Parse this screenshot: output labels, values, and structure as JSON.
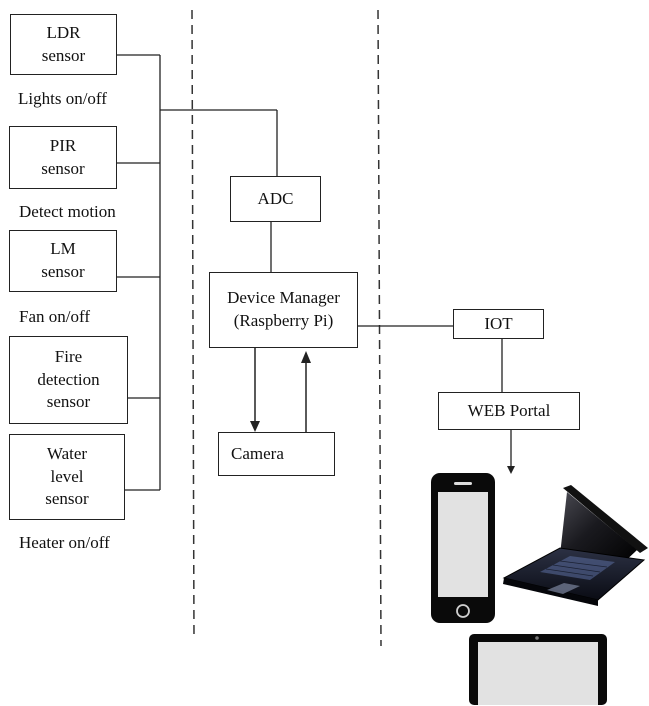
{
  "sensors": [
    {
      "label": "LDR\nsensor"
    },
    {
      "label": "PIR\nsensor"
    },
    {
      "label": "LM\nsensor"
    },
    {
      "label": "Fire\ndetection\nsensor"
    },
    {
      "label": "Water\nlevel\nsensor"
    }
  ],
  "actions": [
    {
      "label": "Lights on/off"
    },
    {
      "label": "Detect motion"
    },
    {
      "label": "Fan on/off"
    },
    {
      "label": "Heater on/off"
    }
  ],
  "adc": {
    "label": "ADC"
  },
  "device_manager": {
    "line1": "Device Manager",
    "line2": "(Raspberry Pi)"
  },
  "camera": {
    "label": "Camera"
  },
  "iot": {
    "label": "IOT"
  },
  "web_portal": {
    "label": "WEB Portal"
  },
  "icons": {
    "phone": "smartphone-icon",
    "laptop": "laptop-icon",
    "tablet": "tablet-icon"
  }
}
